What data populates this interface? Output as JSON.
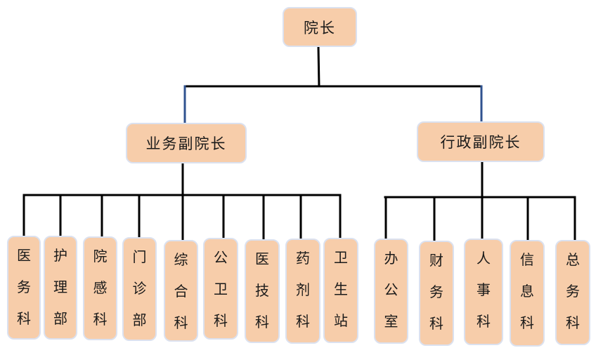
{
  "diagram": {
    "type": "org-chart",
    "root": {
      "label": "院长"
    },
    "branches": [
      {
        "label": "业务副院长",
        "children": [
          "医务科",
          "护理部",
          "院感科",
          "门诊部",
          "综合科",
          "公卫科",
          "医技科",
          "药剂科",
          "卫生站"
        ]
      },
      {
        "label": "行政副院长",
        "children": [
          "办公室",
          "财务科",
          "人事科",
          "信息科",
          "总务科"
        ]
      }
    ],
    "colors": {
      "box_fill": "#f7cdaa",
      "box_border": "#dbe1ef",
      "connector": "#000000",
      "vp_connector": "#2f528f",
      "text": "#1a1a1a"
    }
  }
}
